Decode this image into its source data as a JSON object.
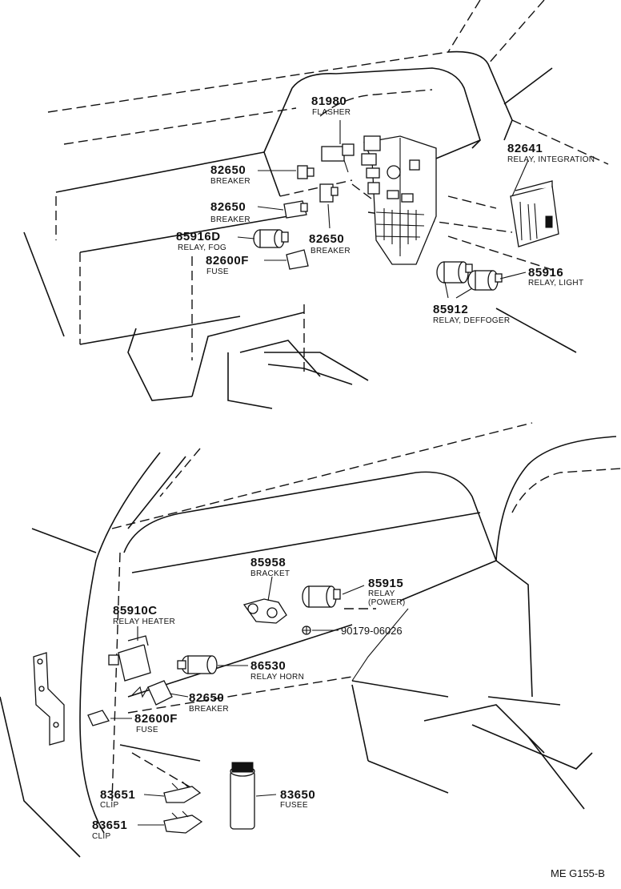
{
  "diagram_code": "ME G155-B",
  "upper_section": {
    "parts": [
      {
        "number": "81980",
        "name": "FLASHER"
      },
      {
        "number": "82650",
        "name": "BREAKER"
      },
      {
        "number": "82650",
        "name": "BREAKER"
      },
      {
        "number": "85916D",
        "name": "RELAY, FOG"
      },
      {
        "number": "82600F",
        "name": "FUSE"
      },
      {
        "number": "82650",
        "name": "BREAKER"
      },
      {
        "number": "82641",
        "name": "RELAY, INTEGRATION"
      },
      {
        "number": "85916",
        "name": "RELAY, LIGHT"
      },
      {
        "number": "85912",
        "name": "RELAY, DEFFOGER"
      }
    ]
  },
  "lower_section": {
    "parts": [
      {
        "number": "85958",
        "name": "BRACKET"
      },
      {
        "number": "85915",
        "name": "RELAY",
        "name2": "(POWER)"
      },
      {
        "number": "85910C",
        "name": "RELAY HEATER"
      },
      {
        "number": "90179-06026",
        "name": ""
      },
      {
        "number": "86530",
        "name": "RELAY HORN"
      },
      {
        "number": "82650",
        "name": "BREAKER"
      },
      {
        "number": "82600F",
        "name": "FUSE"
      },
      {
        "number": "83651",
        "name": "CLIP"
      },
      {
        "number": "83650",
        "name": "FUSEE"
      },
      {
        "number": "83651",
        "name": "CLIP"
      }
    ]
  }
}
